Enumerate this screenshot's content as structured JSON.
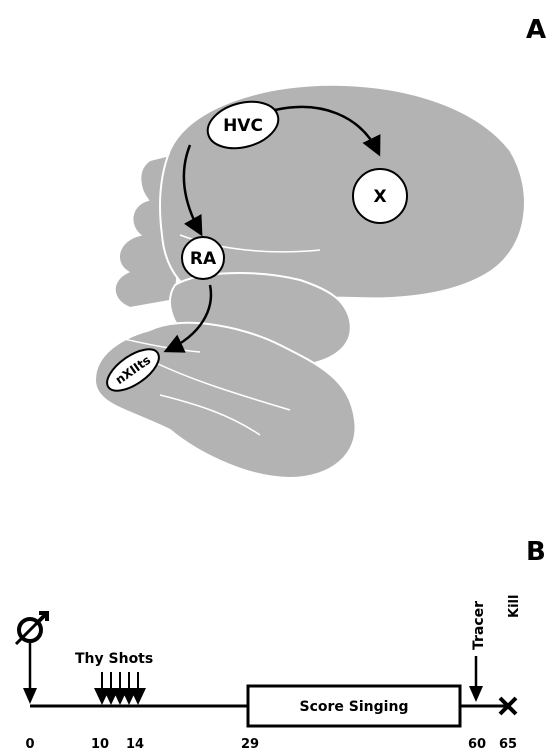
{
  "panel_a": {
    "letter": "A",
    "nuclei": {
      "hvc": "HVC",
      "x": "X",
      "ra": "RA",
      "nxiits": "nXIIts"
    }
  },
  "panel_b": {
    "letter": "B",
    "events": {
      "thy_shots": "Thy Shots",
      "score_singing": "Score Singing",
      "tracer": "Tracer",
      "kill": "Kill",
      "kill_marker": "×"
    },
    "ticks": [
      "0",
      "10",
      "14",
      "29",
      "60",
      "65"
    ]
  },
  "colors": {
    "brain": "#b3b3b3",
    "outline": "#ffffff",
    "ink": "#000000"
  },
  "icons": {
    "castration_symbol": "male-symbol-slashed",
    "arrow_down": "down-arrow"
  }
}
